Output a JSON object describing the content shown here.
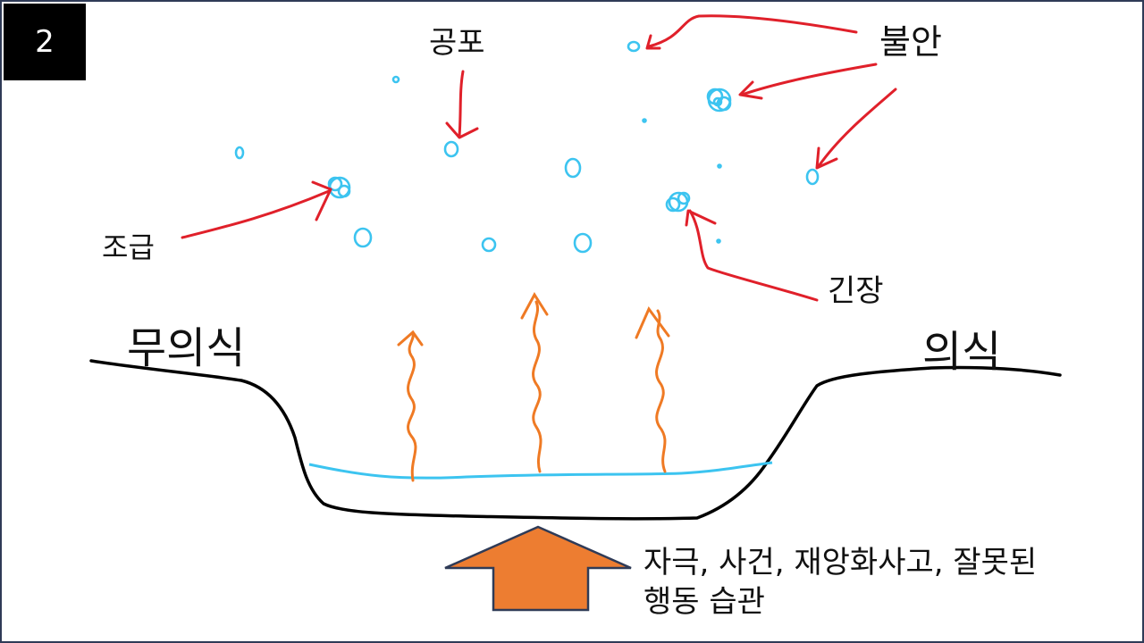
{
  "slide": {
    "number": "2"
  },
  "labels": {
    "fear": "공포",
    "anxiety": "불안",
    "impatience": "조급",
    "tension": "긴장",
    "unconscious": "무의식",
    "conscious": "의식"
  },
  "caption": {
    "line1": "자극, 사건, 재앙화사고, 잘못된",
    "line2": "행동 습관"
  },
  "colors": {
    "pointer_arrows": "#e0202a",
    "bubbles": "#3cc4f0",
    "rising_wavy_arrows": "#ef7a24",
    "big_arrow_fill": "#ed7d31",
    "big_arrow_stroke": "#2f3b57",
    "pit_outline": "#000000",
    "water_line": "#3cc4f0",
    "slide_border": "#2f3b57"
  }
}
